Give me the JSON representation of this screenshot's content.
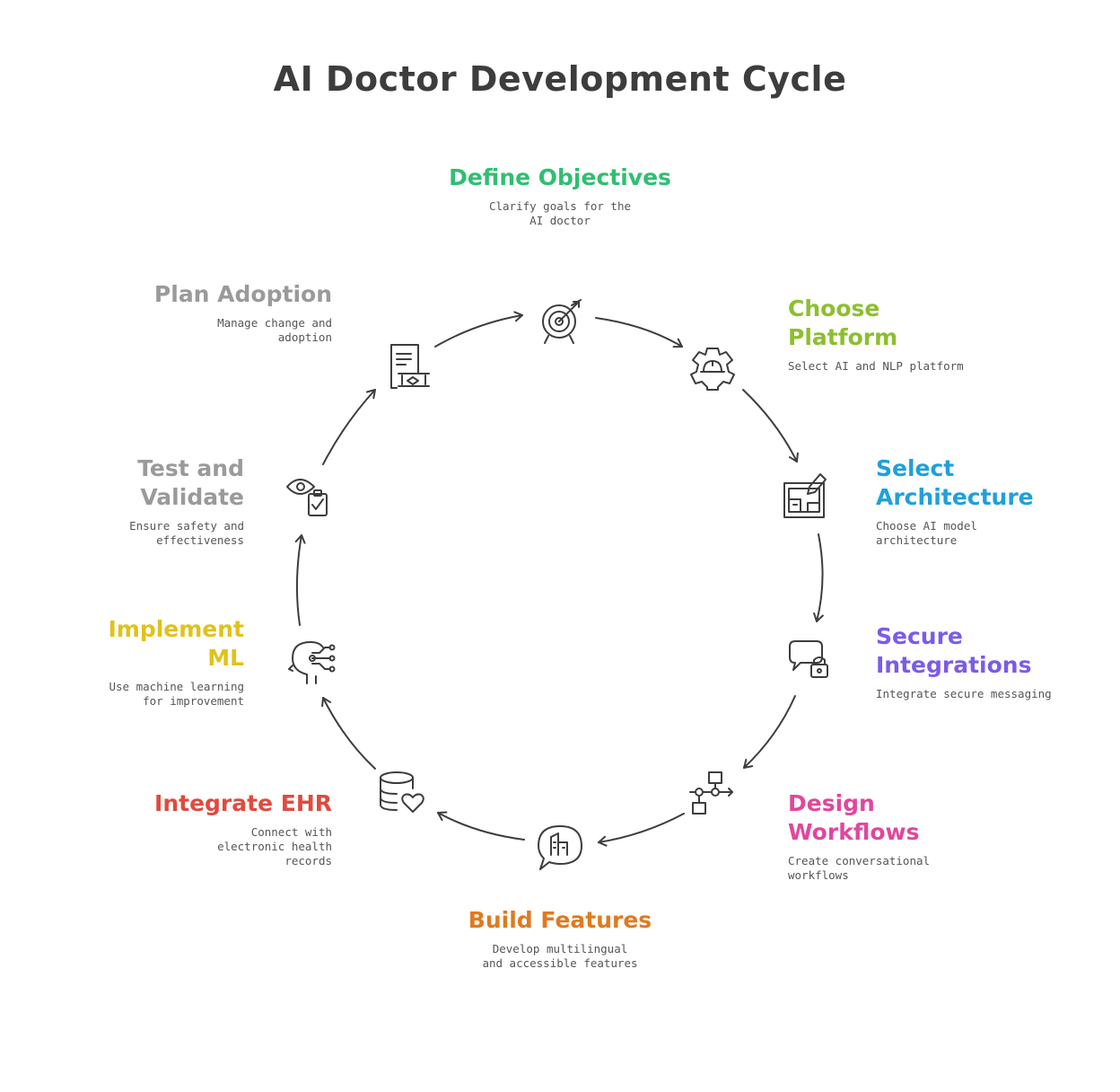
{
  "title": "AI Doctor Development Cycle",
  "stages": [
    {
      "id": "define-objectives",
      "name": "Define Objectives",
      "desc": "Clarify goals for the AI doctor",
      "color": "#2fbf71",
      "icon": "target-icon"
    },
    {
      "id": "choose-platform",
      "name": "Choose Platform",
      "desc": "Select AI and NLP platform",
      "color": "#8cbf2f",
      "icon": "gear-hardhat-icon"
    },
    {
      "id": "select-architecture",
      "name": "Select Architecture",
      "desc": "Choose AI model architecture",
      "color": "#1fa0dc",
      "icon": "blueprint-icon"
    },
    {
      "id": "secure-integrations",
      "name": "Secure Integrations",
      "desc": "Integrate secure messaging",
      "color": "#7b5bea",
      "icon": "chat-lock-icon"
    },
    {
      "id": "design-workflows",
      "name": "Design Workflows",
      "desc": "Create conversational workflows",
      "color": "#e0479b",
      "icon": "flowchart-icon"
    },
    {
      "id": "build-features",
      "name": "Build Features",
      "desc": "Develop multilingual and accessible features",
      "color": "#e07a1f",
      "icon": "speech-building-icon"
    },
    {
      "id": "integrate-ehr",
      "name": "Integrate EHR",
      "desc": "Connect with electronic health records",
      "color": "#e04a3f",
      "icon": "database-heart-icon"
    },
    {
      "id": "implement-ml",
      "name": "Implement ML",
      "desc": "Use machine learning for improvement",
      "color": "#e0c21a",
      "icon": "head-circuit-icon"
    },
    {
      "id": "test-validate",
      "name": "Test and Validate",
      "desc": "Ensure safety and effectiveness",
      "color": "#9a9a9a",
      "icon": "eye-clipboard-icon"
    },
    {
      "id": "plan-adoption",
      "name": "Plan Adoption",
      "desc": "Manage change and adoption",
      "color": "#9a9a9a",
      "icon": "contract-handshake-icon"
    }
  ],
  "stroke_color": "#3d3d3d"
}
